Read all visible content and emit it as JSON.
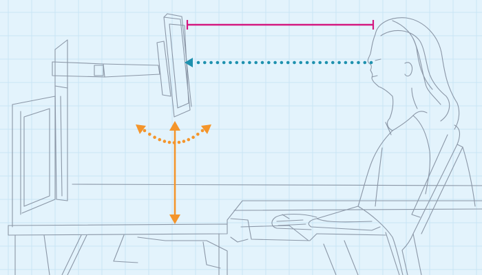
{
  "scene": {
    "background": "#E3F3FC",
    "grid_color": "#C8E4F5",
    "line_color": "#8A96A6",
    "grid": true
  },
  "guides": {
    "eye_distance": {
      "kind": "bracket",
      "color": "#D4177F"
    },
    "sight_line": {
      "kind": "dotted-arrow",
      "direction": "toward-monitor",
      "color": "#1E91AE"
    },
    "height_adjust": {
      "kind": "double-arrow",
      "orientation": "vertical",
      "color": "#F4952B"
    },
    "tilt_adjust": {
      "kind": "dotted-arc",
      "arrowheads": 2,
      "color": "#F4952B"
    }
  }
}
